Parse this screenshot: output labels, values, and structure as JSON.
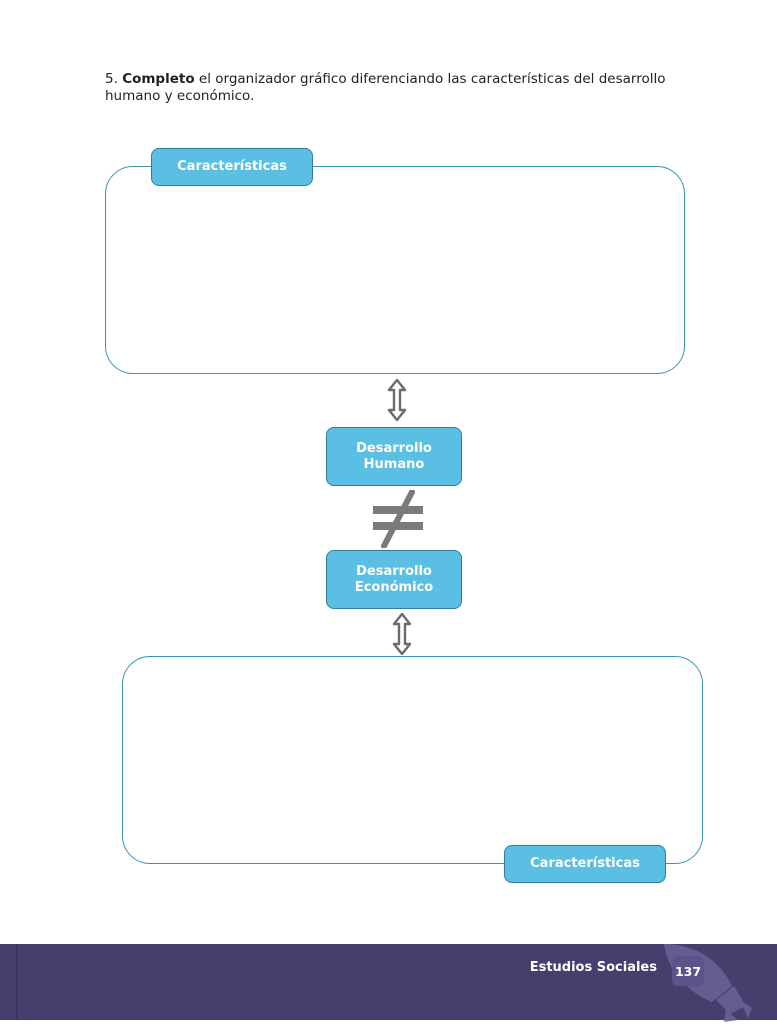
{
  "instruction": {
    "number": "5.",
    "bold_word": "Completo",
    "text": "el organizador gráfico diferenciando las características del desarrollo humano y económico."
  },
  "organizer": {
    "top_label": "Características",
    "bottom_label": "Características",
    "node_humano": {
      "line1": "Desarrollo",
      "line2": "Humano"
    },
    "node_economico": {
      "line1": "Desarrollo",
      "line2": "Económico"
    }
  },
  "footer": {
    "subject": "Estudios Sociales",
    "page_number": "137"
  },
  "colors": {
    "box_fill": "#5bbfe3",
    "box_border": "#2f7ea0",
    "frame_border": "#3a95b6",
    "footer_bg": "#453f6e"
  }
}
